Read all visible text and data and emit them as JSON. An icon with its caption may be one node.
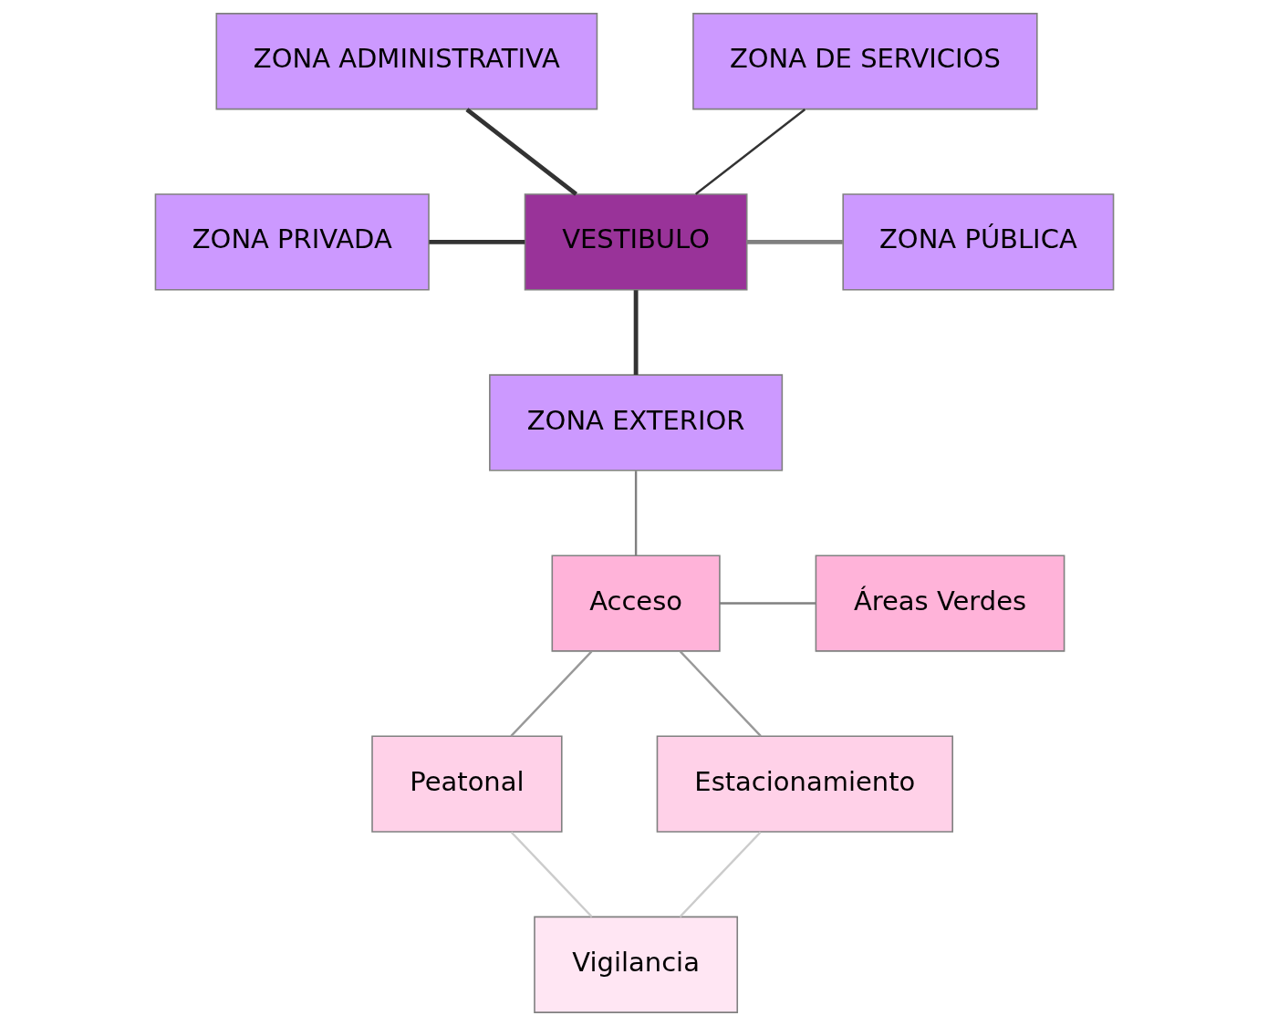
{
  "diagram": {
    "nodes": [
      {
        "text": [
          "ZONA ADMINISTRATIVA"
        ]
      },
      {
        "text": [
          "ZONA DE SERVICIOS"
        ]
      },
      {
        "text": [
          "ZONA PRIVADA"
        ]
      },
      {
        "text": [
          "VESTIBULO"
        ]
      },
      {
        "text": [
          "ZONA PÚBLICA"
        ]
      },
      {
        "text": [
          "ZONA EXTERIOR"
        ]
      },
      {
        "text": [
          "Acceso"
        ]
      },
      {
        "text": [
          "Áreas Verdes"
        ]
      },
      {
        "text": [
          "Peatonal"
        ]
      },
      {
        "text": [
          "Estacionamiento"
        ]
      },
      {
        "text": [
          "Vigilancia"
        ]
      }
    ],
    "edges": [
      {
        "from": 0,
        "to": 3,
        "arrow": "none",
        "style": "thick"
      },
      {
        "from": 1,
        "to": 3,
        "arrow": "none"
      },
      {
        "from": 2,
        "to": 3,
        "arrow": "none",
        "style": "thick"
      },
      {
        "from": 3,
        "to": 4,
        "arrow": "none",
        "style": "thick",
        "color": "#808080"
      },
      {
        "from": 3,
        "to": 5,
        "arrow": "none",
        "style": "thick"
      },
      {
        "from": 5,
        "to": 6,
        "arrow": "none",
        "color": "#808080"
      },
      {
        "from": 6,
        "to": 7,
        "arrow": "none",
        "color": "#808080"
      },
      {
        "from": 6,
        "to": 8,
        "arrow": "none",
        "color": "#999999"
      },
      {
        "from": 6,
        "to": 9,
        "arrow": "none",
        "color": "#999999"
      },
      {
        "from": 8,
        "to": 10,
        "arrow": "none",
        "color": "#cccccc"
      },
      {
        "from": 9,
        "to": 10,
        "arrow": "none",
        "color": "#cccccc"
      }
    ]
  }
}
